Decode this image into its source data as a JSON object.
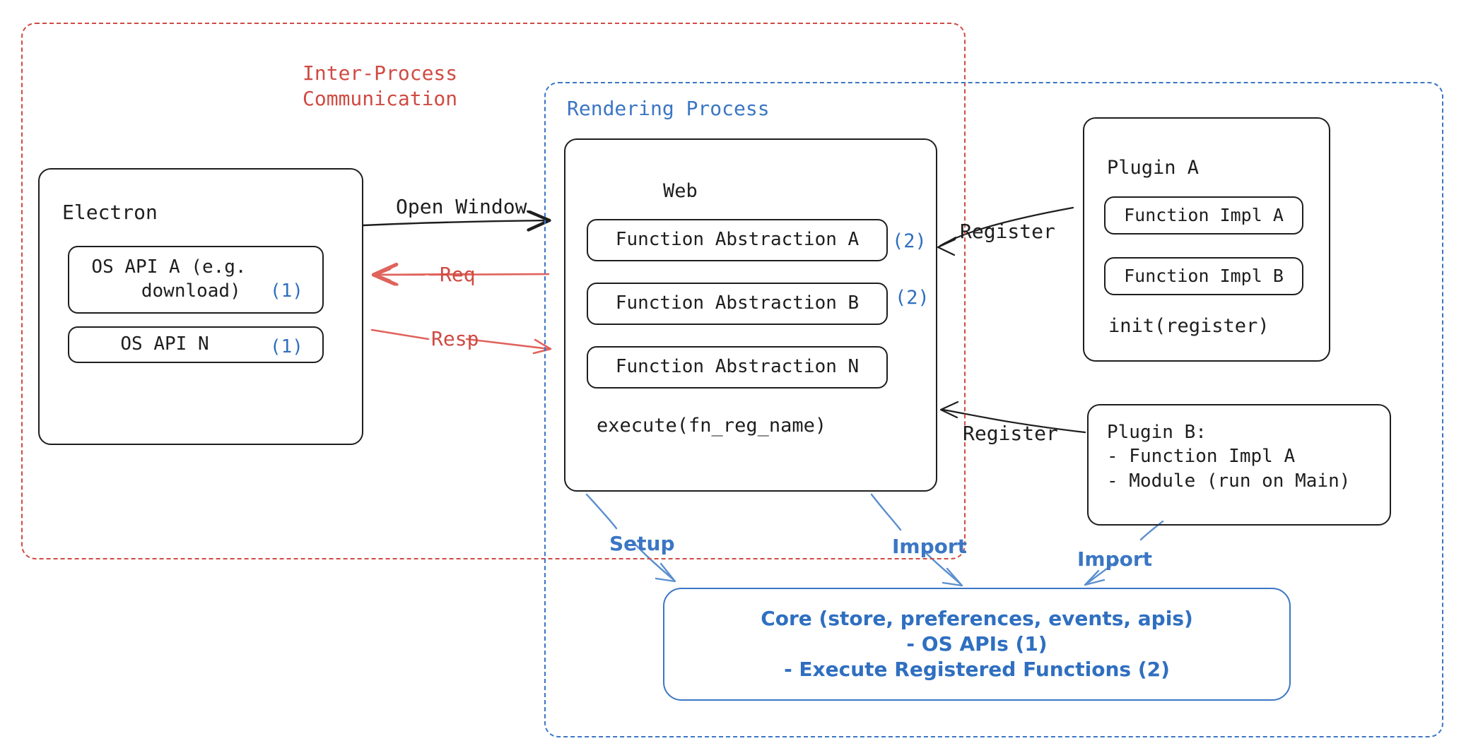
{
  "diagram": {
    "title": "Electron plugin architecture",
    "colors": {
      "ipc_red": "#cf4b43",
      "render_blue": "#3b76c4",
      "core_blue": "#2f6fc0",
      "stroke": "#1e1e1e"
    },
    "regions": {
      "ipc": {
        "label": "Inter-Process\nCommunication"
      },
      "rendering": {
        "label": "Rendering Process"
      }
    },
    "electron": {
      "title": "Electron",
      "apis": [
        {
          "label": "OS API A (e.g.\n    download)",
          "marker": "(1)"
        },
        {
          "label": "OS API N",
          "marker": "(1)"
        }
      ]
    },
    "web": {
      "title": "Web",
      "abstractions": [
        {
          "label": "Function Abstraction A",
          "marker": "(2)"
        },
        {
          "label": "Function Abstraction B",
          "marker": "(2)"
        },
        {
          "label": "Function Abstraction N",
          "marker": ""
        }
      ],
      "execute": "execute(fn_reg_name)"
    },
    "plugin_a": {
      "title": "Plugin A",
      "items": [
        {
          "label": "Function Impl A"
        },
        {
          "label": "Function Impl B"
        }
      ],
      "init": "init(register)"
    },
    "plugin_b": {
      "lines": "Plugin B:\n- Function Impl A\n- Module (run on Main)"
    },
    "core": {
      "line1": "Core (store, preferences, events, apis)",
      "line2": "- OS APIs (1)",
      "line3": "- Execute Registered Functions (2)"
    },
    "edges": {
      "open_window": "Open Window",
      "req": "Req",
      "resp": "Resp",
      "register_a": "Register",
      "register_b": "Register",
      "setup": "Setup",
      "import_web": "Import",
      "import_plugin": "Import"
    }
  }
}
